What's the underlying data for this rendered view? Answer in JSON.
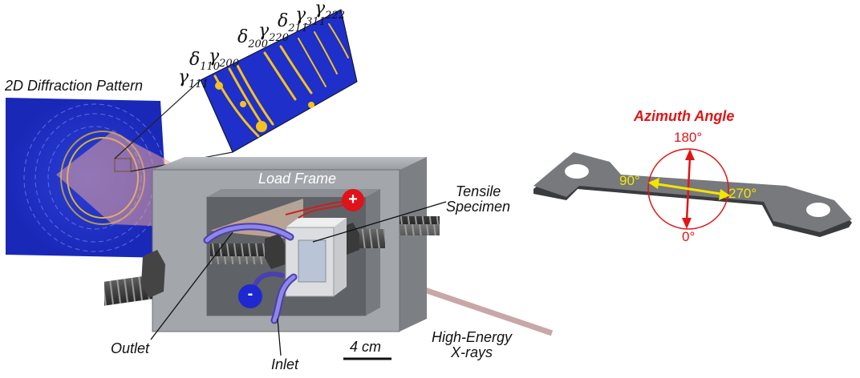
{
  "labels": {
    "diffraction_pattern": "2D Diffraction Pattern",
    "load_frame": "Load Frame",
    "tensile_specimen": "Tensile\nSpecimen",
    "outlet": "Outlet",
    "inlet": "Inlet",
    "scale_bar": "4 cm",
    "xrays": "High-Energy\nX-rays",
    "azimuth_angle": "Azimuth Angle",
    "plus": "+",
    "minus": "-"
  },
  "peaks": [
    {
      "sym": "γ",
      "sub": "111"
    },
    {
      "sym": "δ",
      "sub": "110"
    },
    {
      "sym": "γ",
      "sub": "200"
    },
    {
      "sym": "δ",
      "sub": "200"
    },
    {
      "sym": "γ",
      "sub": "220"
    },
    {
      "sym": "δ",
      "sub": "211"
    },
    {
      "sym": "γ",
      "sub": "311"
    },
    {
      "sym": "γ",
      "sub": "222"
    }
  ],
  "angles": {
    "top": "180°",
    "left": "90°",
    "right": "270°",
    "bottom": "0°"
  },
  "colors": {
    "pattern_bg": "#1f2fc9",
    "rings": "#f2c21e",
    "azimuth": "#e01515",
    "arrow": "#f2e600",
    "frame": "#8e9197"
  }
}
